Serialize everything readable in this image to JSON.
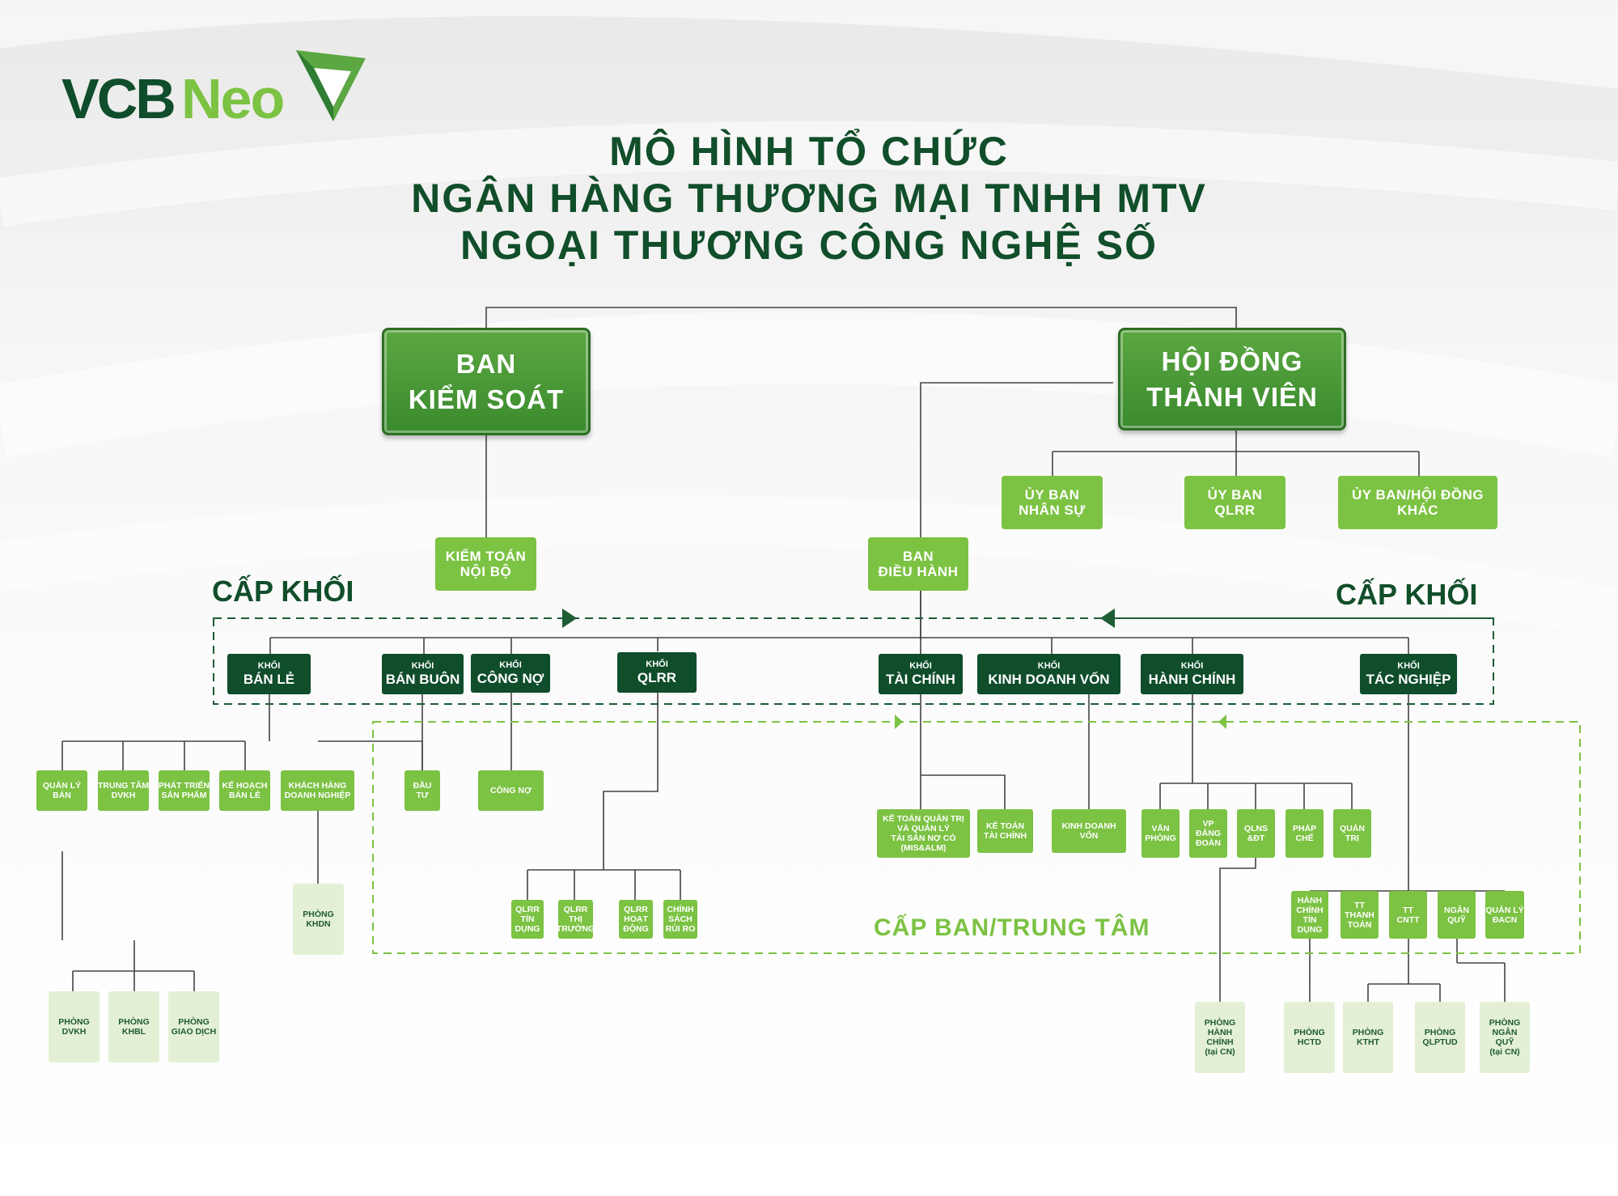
{
  "logo": {
    "text_dark": "VCB",
    "text_light": "Neo"
  },
  "title": [
    "MÔ HÌNH TỔ CHỨC",
    "NGÂN HÀNG THƯƠNG MẠI TNHH MTV",
    "NGOẠI THƯƠNG CÔNG NGHỆ SỐ"
  ],
  "labels": {
    "cap_khoi": "CẤP KHỐI",
    "cap_ban": "CẤP BAN/TRUNG TÂM"
  },
  "colors": {
    "dark_green": "#0f4d2b",
    "green": "#7cc243",
    "pale_green": "#e3f0d6",
    "title": "#114e2a"
  },
  "nodes": [
    {
      "id": "bks",
      "text": "BAN\nKIỂM SOÁT"
    },
    {
      "id": "hdtv",
      "text": "HỘI ĐỒNG\nTHÀNH VIÊN"
    },
    {
      "id": "ubns",
      "text": "ỦY BAN\nNHÂN SỰ"
    },
    {
      "id": "ubqlrr",
      "text": "ỦY BAN\nQLRR"
    },
    {
      "id": "ubk",
      "text": "ỦY BAN/HỘI ĐỒNG\nKHÁC"
    },
    {
      "id": "ktnb",
      "text": "KIỂM TOÁN\nNỘI BỘ"
    },
    {
      "id": "bdh",
      "text": "BAN\nĐIỀU HÀNH"
    },
    {
      "id": "k_banle",
      "small": "KHỐI",
      "text": "BÁN LẺ"
    },
    {
      "id": "k_banbuon",
      "small": "KHỐI",
      "text": "BÁN BUÔN"
    },
    {
      "id": "k_congno",
      "small": "KHỐI",
      "text": "CÔNG NỢ"
    },
    {
      "id": "k_qlrr",
      "small": "KHỐI",
      "text": "QLRR"
    },
    {
      "id": "k_taichinh",
      "small": "KHỐI",
      "text": "TÀI CHÍNH"
    },
    {
      "id": "k_kdv",
      "small": "KHỐI",
      "text": "KINH DOANH VỐN"
    },
    {
      "id": "k_hanhchinh",
      "small": "KHỐI",
      "text": "HÀNH CHÍNH"
    },
    {
      "id": "k_tacnghiep",
      "small": "KHỐI",
      "text": "TÁC NGHIỆP"
    },
    {
      "id": "qlb",
      "text": "QUẢN LÝ\nBÁN"
    },
    {
      "id": "ttdvkh",
      "text": "TRUNG TÂM\nDVKH"
    },
    {
      "id": "ptsp",
      "text": "PHÁT TRIỂN\nSẢN PHẨM"
    },
    {
      "id": "khbl",
      "text": "KẾ HOẠCH\nBÁN LẺ"
    },
    {
      "id": "khdn",
      "text": "KHÁCH HÀNG\nDOANH NGHIỆP"
    },
    {
      "id": "dautu",
      "text": "ĐẦU\nTƯ"
    },
    {
      "id": "congno",
      "text": "CÔNG NỢ"
    },
    {
      "id": "ktqt",
      "text": "KẾ TOÁN QUẢN TRỊ\nVÀ QUẢN LÝ\nTÀI SẢN NỢ CÓ\n(MIS&ALM)"
    },
    {
      "id": "kttc",
      "text": "KẾ TOÁN\nTÀI CHÍNH"
    },
    {
      "id": "kdvon",
      "text": "KINH DOANH\nVỐN"
    },
    {
      "id": "vanphong",
      "text": "VĂN\nPHÒNG"
    },
    {
      "id": "vpdd",
      "text": "VP\nĐẢNG\nĐOÀN"
    },
    {
      "id": "qlns",
      "text": "QLNS\n&ĐT"
    },
    {
      "id": "phapche",
      "text": "PHÁP\nCHẾ"
    },
    {
      "id": "quantri",
      "text": "QUẢN\nTRỊ"
    },
    {
      "id": "p_khdn",
      "text": "PHÒNG\nKHDN"
    },
    {
      "id": "qlrr_td",
      "text": "QLRR\nTÍN\nDỤNG"
    },
    {
      "id": "qlrr_tt",
      "text": "QLRR\nTHỊ\nTRƯỜNG"
    },
    {
      "id": "qlrr_hd",
      "text": "QLRR\nHOẠT\nĐỘNG"
    },
    {
      "id": "csrr",
      "text": "CHÍNH\nSÁCH\nRỦI RO"
    },
    {
      "id": "hctd",
      "text": "HÀNH\nCHÍNH\nTÍN\nDỤNG"
    },
    {
      "id": "tttt",
      "text": "TT\nTHANH\nTOÁN"
    },
    {
      "id": "ttcntt",
      "text": "TT\nCNTT"
    },
    {
      "id": "nganquy",
      "text": "NGÂN\nQUỸ"
    },
    {
      "id": "qldacn",
      "text": "QUẢN LÝ\nĐACN"
    },
    {
      "id": "p_dvkh",
      "text": "PHÒNG\nDVKH"
    },
    {
      "id": "p_khbl",
      "text": "PHÒNG\nKHBL"
    },
    {
      "id": "p_gd",
      "text": "PHÒNG\nGIAO DỊCH"
    },
    {
      "id": "p_hccn",
      "text": "PHÒNG\nHÀNH\nCHÍNH\n(tại CN)"
    },
    {
      "id": "p_hctd",
      "text": "PHÒNG\nHCTD"
    },
    {
      "id": "p_ktht",
      "text": "PHÒNG\nKTHT"
    },
    {
      "id": "p_qlptud",
      "text": "PHÒNG\nQLPTUD"
    },
    {
      "id": "p_nqcn",
      "text": "PHÒNG\nNGÂN\nQUỸ\n(tại CN)"
    }
  ]
}
